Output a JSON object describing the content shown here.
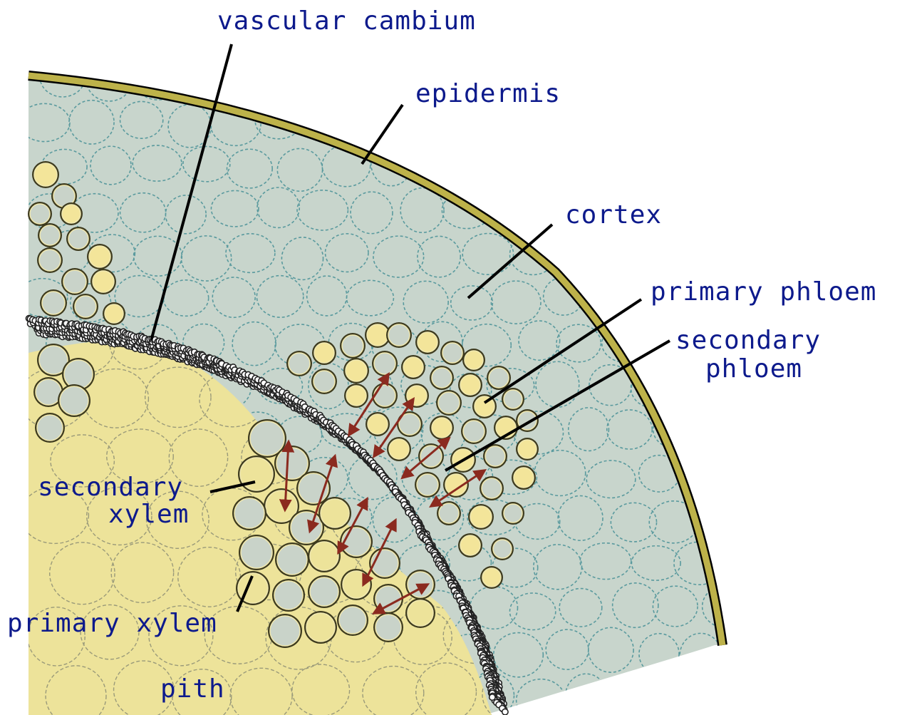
{
  "colors": {
    "label": "#0d1a8c",
    "cortex": "#c8d5cc",
    "cortex_cell_outline": "#5a9a9e",
    "epidermis": "#bdb24a",
    "pith": "#ede39a",
    "cell_dark": "#3d3a1e",
    "cell_fill_light": "#f3e59a",
    "cell_fill_gray": "#c9d3c9",
    "cambium_cell": "#ffffff",
    "arrow": "#8b2a1f",
    "leader": "#000000"
  },
  "labels": {
    "vascular_cambium": "vascular cambium",
    "epidermis": "epidermis",
    "cortex": "cortex",
    "primary_phloem": "primary phloem",
    "secondary_phloem_1": "secondary",
    "secondary_phloem_2": "phloem",
    "secondary_xylem_1": "secondary",
    "secondary_xylem_2": "xylem",
    "primary_xylem": "primary xylem",
    "pith": "pith"
  }
}
